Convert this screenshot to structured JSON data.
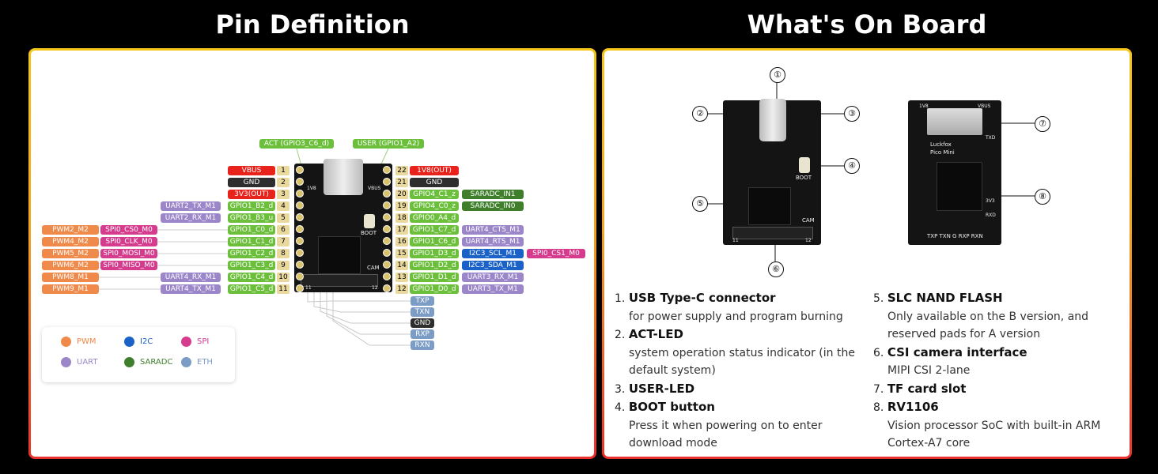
{
  "headings": {
    "left": "Pin Definition",
    "right": "What's On Board"
  },
  "colors": {
    "power_red": "#e8231c",
    "gnd": "#2e2e2e",
    "gpio": "#6bbf3b",
    "uart": "#9a86c8",
    "spi": "#d63c8e",
    "pwm": "#f08a4b",
    "i2c": "#1a62c8",
    "saradc": "#3f7f2c",
    "eth": "#7b9cc4",
    "pin_num": "#ead99e"
  },
  "top_labels": {
    "act": "ACT (GPIO3_C6_d)",
    "user": "USER (GPIO1_A2)"
  },
  "left_pins": [
    {
      "num": "1",
      "name": "VBUS",
      "type": "power"
    },
    {
      "num": "2",
      "name": "GND",
      "type": "gnd"
    },
    {
      "num": "3",
      "name": "3V3(OUT)",
      "type": "power"
    },
    {
      "num": "4",
      "name": "GPIO1_B2_d",
      "type": "gpio",
      "alt1": "UART2_TX_M1"
    },
    {
      "num": "5",
      "name": "GPIO1_B3_u",
      "type": "gpio",
      "alt1": "UART2_RX_M1"
    },
    {
      "num": "6",
      "name": "GPIO1_C0_d",
      "type": "gpio",
      "alt1": "SPI0_CS0_M0",
      "alt2": "PWM2_M2"
    },
    {
      "num": "7",
      "name": "GPIO1_C1_d",
      "type": "gpio",
      "alt1": "SPI0_CLK_M0",
      "alt2": "PWM4_M2"
    },
    {
      "num": "8",
      "name": "GPIO1_C2_d",
      "type": "gpio",
      "alt1": "SPI0_MOSI_M0",
      "alt2": "PWM5_M2"
    },
    {
      "num": "9",
      "name": "GPIO1_C3_d",
      "type": "gpio",
      "alt1": "SPI0_MISO_M0",
      "alt2": "PWM6_M2"
    },
    {
      "num": "10",
      "name": "GPIO1_C4_d",
      "type": "gpio",
      "alt1": "UART4_RX_M1",
      "alt2": "PWM8_M1"
    },
    {
      "num": "11",
      "name": "GPIO1_C5_d",
      "type": "gpio",
      "alt1": "UART4_TX_M1",
      "alt2": "PWM9_M1"
    }
  ],
  "right_pins": [
    {
      "num": "22",
      "name": "1V8(OUT)",
      "type": "power"
    },
    {
      "num": "21",
      "name": "GND",
      "type": "gnd"
    },
    {
      "num": "20",
      "name": "GPIO4_C1_z",
      "type": "gpio",
      "alt1": "SARADC_IN1"
    },
    {
      "num": "19",
      "name": "GPIO4_C0_z",
      "type": "gpio",
      "alt1": "SARADC_IN0"
    },
    {
      "num": "18",
      "name": "GPIO0_A4_d",
      "type": "gpio"
    },
    {
      "num": "17",
      "name": "GPIO1_C7_d",
      "type": "gpio",
      "alt1": "UART4_CTS_M1"
    },
    {
      "num": "16",
      "name": "GPIO1_C6_d",
      "type": "gpio",
      "alt1": "UART4_RTS_M1"
    },
    {
      "num": "15",
      "name": "GPIO1_D3_d",
      "type": "gpio",
      "alt1": "I2C3_SCL_M1",
      "alt2": "SPI0_CS1_M0"
    },
    {
      "num": "14",
      "name": "GPIO1_D2_d",
      "type": "gpio",
      "alt1": "I2C3_SDA_M1"
    },
    {
      "num": "13",
      "name": "GPIO1_D1_d",
      "type": "gpio",
      "alt1": "UART3_RX_M1"
    },
    {
      "num": "12",
      "name": "GPIO1_D0_d",
      "type": "gpio",
      "alt1": "UART3_TX_M1"
    }
  ],
  "eth_pins": [
    "TXP",
    "TXN",
    "GND",
    "RXP",
    "RXN"
  ],
  "board_silk": {
    "v18": "1V8",
    "vbus": "VBUS",
    "boot": "BOOT",
    "cam": "CAM",
    "p11": "11",
    "p12": "12",
    "brand": "Luckfox",
    "model": "Pico Mini",
    "back_pins": "TXP TXN G RXP RXN",
    "txd": "TXD",
    "rxd": "RXD",
    "v18b": "1V8",
    "vbusb": "VBUS",
    "v33": "3V3"
  },
  "legend": [
    {
      "label": "PWM",
      "type": "pwm"
    },
    {
      "label": "I2C",
      "type": "i2c"
    },
    {
      "label": "SPI",
      "type": "spi"
    },
    {
      "label": "UART",
      "type": "uart"
    },
    {
      "label": "SARADC",
      "type": "saradc"
    },
    {
      "label": "ETH",
      "type": "eth"
    }
  ],
  "callouts": [
    "①",
    "②",
    "③",
    "④",
    "⑤",
    "⑥",
    "⑦",
    "⑧"
  ],
  "features": [
    {
      "n": "1.",
      "title": "USB Type-C connector",
      "desc": "for power supply and program burning"
    },
    {
      "n": "2.",
      "title": "ACT-LED",
      "desc": "system operation status indicator (in the default system)"
    },
    {
      "n": "3.",
      "title": "USER-LED",
      "desc": ""
    },
    {
      "n": "4.",
      "title": "BOOT button",
      "desc": "Press it when powering on to enter download mode"
    },
    {
      "n": "5.",
      "title": "SLC NAND FLASH",
      "desc": "Only available on the B version, and reserved pads for A version"
    },
    {
      "n": "6.",
      "title": "CSI camera interface",
      "desc": "MIPI CSI 2-lane"
    },
    {
      "n": "7.",
      "title": "TF card slot",
      "desc": ""
    },
    {
      "n": "8.",
      "title": "RV1106",
      "desc": "Vision processor SoC with built-in ARM Cortex-A7 core"
    }
  ]
}
